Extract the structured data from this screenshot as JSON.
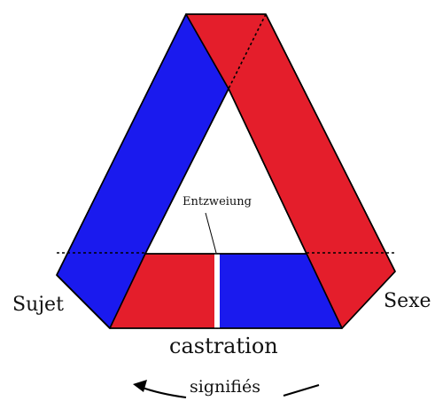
{
  "labels": {
    "sujet": "Sujet",
    "sexe": "Sexe",
    "castration": "castration",
    "signifies": "signifiés",
    "entzweiung": "Entzweiung"
  },
  "colors": {
    "red": "#e41e2b",
    "blue": "#1a1aee",
    "outline": "#000000",
    "background": "#ffffff"
  }
}
